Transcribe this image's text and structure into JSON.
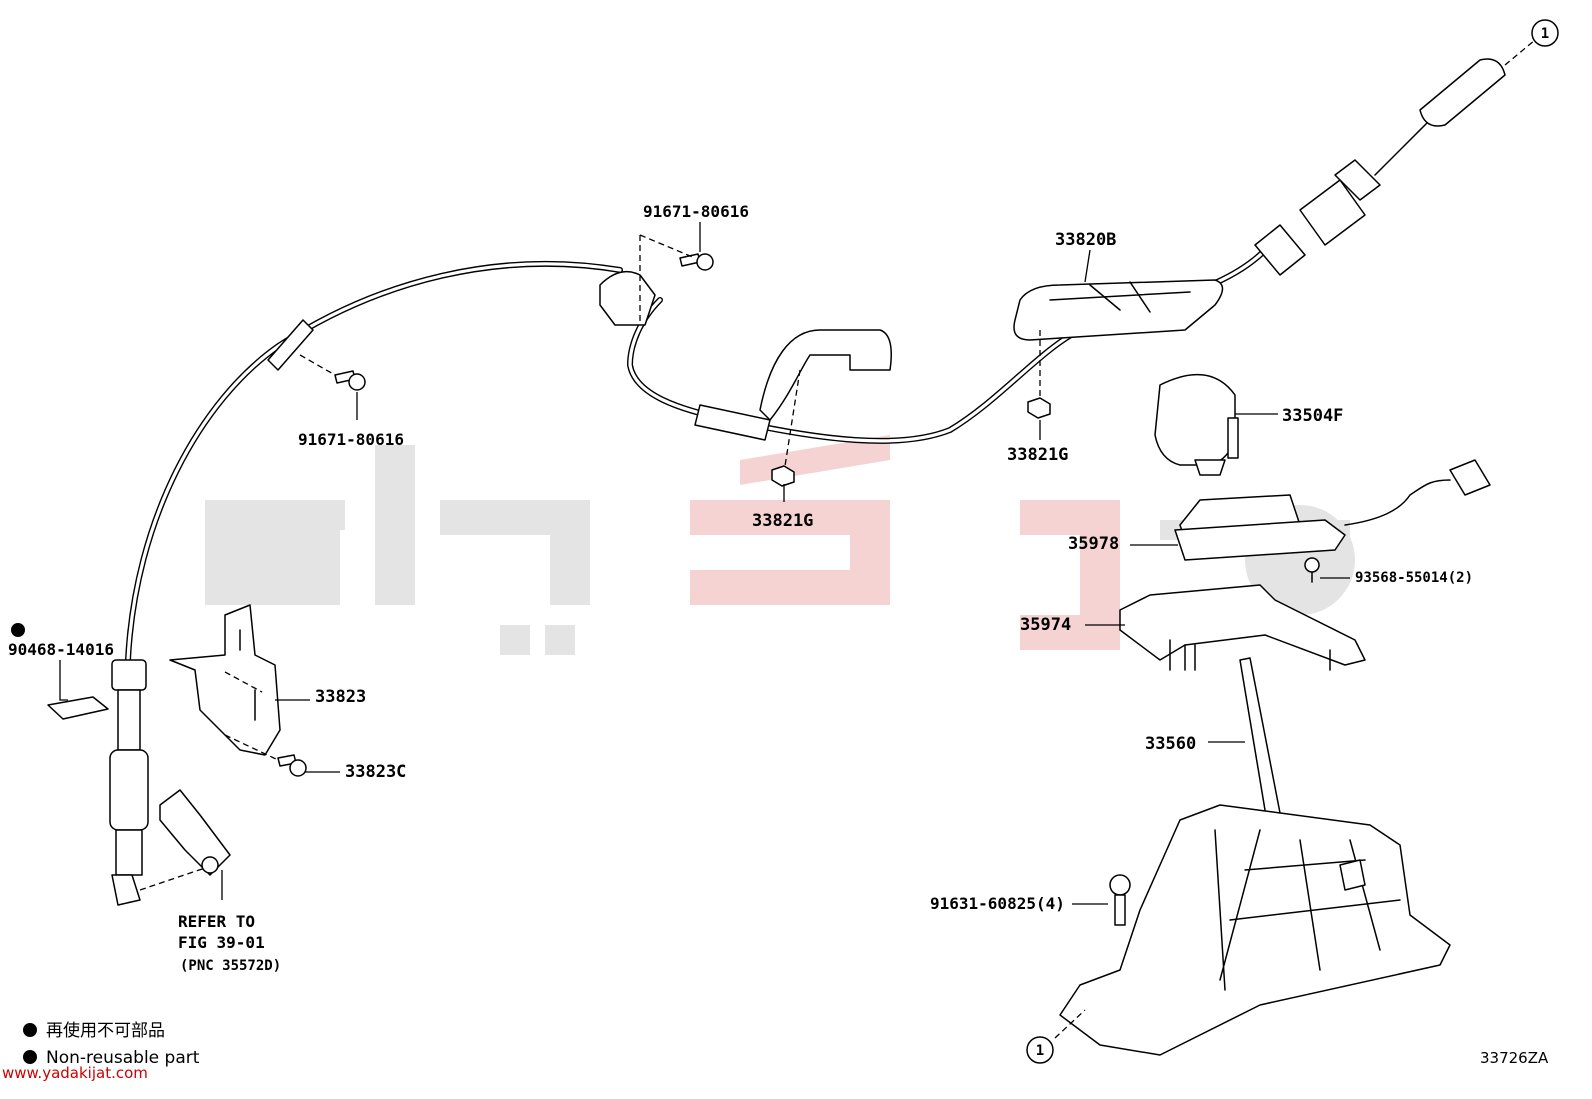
{
  "labels": {
    "bolt_top": "91671-80616",
    "bolt_left": "91671-80616",
    "cable_assy": "33820B",
    "retainer_right": "33821G",
    "retainer_mid": "33821G",
    "knob": "33504F",
    "switch_housing": "35978",
    "screw_switch": "93568-55014(2)",
    "indicator_plate": "35974",
    "clip": "90468-14016",
    "bracket": "33823",
    "bracket_bolt": "33823C",
    "lever": "33560",
    "base_bolt": "91631-60825(4)",
    "refer_line1": "REFER TO",
    "refer_line2": "FIG 39-01",
    "refer_line3": "(PNC 35572D)",
    "conn_marker_top": "1",
    "conn_marker_bottom": "1"
  },
  "legend": {
    "line_jp": "再使用不可部品",
    "line_en": "Non-reusable part"
  },
  "footer": {
    "website": "www.yadakijat.com",
    "diagram_code": "33726ZA"
  },
  "colors": {
    "line": "#000000",
    "watermark_grey": "#e4e4e4",
    "watermark_red": "#f6d3d3",
    "url_red": "#cc0000"
  },
  "icons": {
    "non_reusable_marker": "filled-circle",
    "connection_marker": "circled-number"
  }
}
